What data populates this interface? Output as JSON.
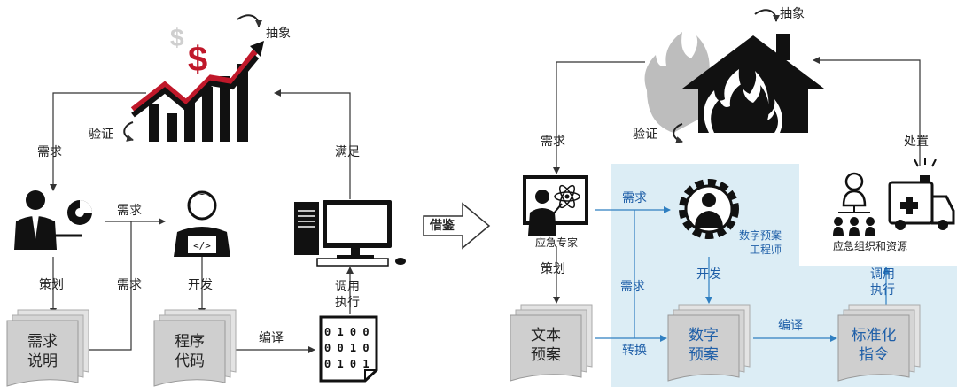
{
  "left": {
    "abstract_label": "抽象",
    "verify_label": "验证",
    "need_label_left": "需求",
    "satisfy_label": "满足",
    "need_label_mid": "需求",
    "need_label_vertical": "需求",
    "plan_label": "策划",
    "develop_label": "开发",
    "compile_label": "编译",
    "invoke_label": [
      "调用",
      "执行"
    ],
    "doc_requirement": [
      "需求",
      "说明"
    ],
    "doc_code": [
      "程序",
      "代码"
    ],
    "binary_rows": [
      "0 1 0 0",
      "0 0 1 0",
      "0 1 0 1"
    ]
  },
  "center": {
    "borrow_label": "借鉴"
  },
  "right": {
    "abstract_label": "抽象",
    "verify_label": "验证",
    "need_label_left": "需求",
    "handle_label": "处置",
    "expert_label": "应急专家",
    "engineer_label": [
      "数字预案",
      "工程师"
    ],
    "resources_label": "应急组织和资源",
    "need_label_top": "需求",
    "need_label_vertical": "需求",
    "plan_label": "策划",
    "develop_label": "开发",
    "convert_label": "转换",
    "compile_label": "编译",
    "invoke_label": [
      "调用",
      "执行"
    ],
    "doc_text_plan": [
      "文本",
      "预案"
    ],
    "doc_digital_plan": [
      "数字",
      "预案"
    ],
    "doc_instruction": [
      "标准化",
      "指令"
    ]
  },
  "colors": {
    "highlight_bg": "#dcedf5",
    "flow_blue": "#2f7fc1",
    "flow_dark": "#333333",
    "doc_gray": "#cfcfcf",
    "fire_gray": "#bdbdbd",
    "chart_red": "#c0182a"
  }
}
